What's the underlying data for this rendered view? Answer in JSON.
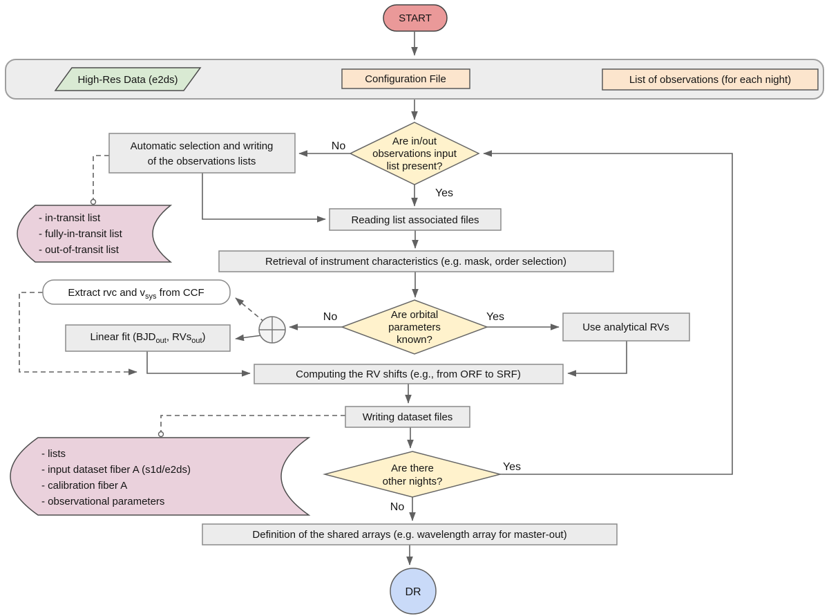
{
  "title": "Data reduction pipeline flowchart",
  "colors": {
    "start_fill": "#ea9999",
    "banner_fill": "#ededed",
    "green_fill": "#d9ead3",
    "peach_fill": "#fce5cd",
    "yellow_fill": "#fff2cc",
    "process_fill": "#ececec",
    "white_fill": "#ffffff",
    "pink_fill": "#ead1dc",
    "blue_fill": "#c9daf8",
    "line": "#616161"
  },
  "nodes": {
    "start": {
      "label": "START"
    },
    "high_res_data": {
      "label": "High-Res Data (e2ds)"
    },
    "configuration_file": {
      "label": "Configuration File"
    },
    "observations_list": {
      "label": "List of observations (for each night)"
    },
    "decision_inout": {
      "lines": [
        "Are in/out",
        "observations input",
        "list present?"
      ]
    },
    "auto_selection": {
      "lines": [
        "Automatic selection and writing",
        "of the observations lists"
      ]
    },
    "transit_lists": {
      "lines": [
        "- in-transit list",
        "- fully-in-transit list",
        "- out-of-transit list"
      ]
    },
    "reading_list": {
      "label": "Reading list associated files"
    },
    "retrieval": {
      "label": "Retrieval of instrument characteristics (e.g. mask, order selection)"
    },
    "extract_ccf": {
      "pre": "Extract rvc and v",
      "sub": "sys",
      "post": " from CCF"
    },
    "linear_fit": {
      "pre": "Linear fit (BJD",
      "sub1": "out",
      "mid": ", RVs",
      "sub2": "out",
      "post": ")"
    },
    "decision_orbital": {
      "lines": [
        "Are orbital",
        "parameters",
        "known?"
      ]
    },
    "use_analytical": {
      "label": "Use analytical RVs"
    },
    "computing_shifts": {
      "label": "Computing the RV shifts (e.g., from ORF to SRF)"
    },
    "writing_dataset": {
      "label": "Writing dataset files"
    },
    "dataset_files": {
      "lines": [
        "- lists",
        "- input dataset fiber A (s1d/e2ds)",
        "- calibration fiber A",
        "- observational parameters"
      ]
    },
    "decision_nights": {
      "lines": [
        "Are there",
        "other nights?"
      ]
    },
    "shared_arrays": {
      "label": "Definition of the shared arrays  (e.g. wavelength array for master-out)"
    },
    "dr": {
      "label": "DR"
    }
  },
  "edge_labels": {
    "inout_no": "No",
    "inout_yes": "Yes",
    "orbital_no": "No",
    "orbital_yes": "Yes",
    "nights_yes": "Yes",
    "nights_no": "No"
  }
}
